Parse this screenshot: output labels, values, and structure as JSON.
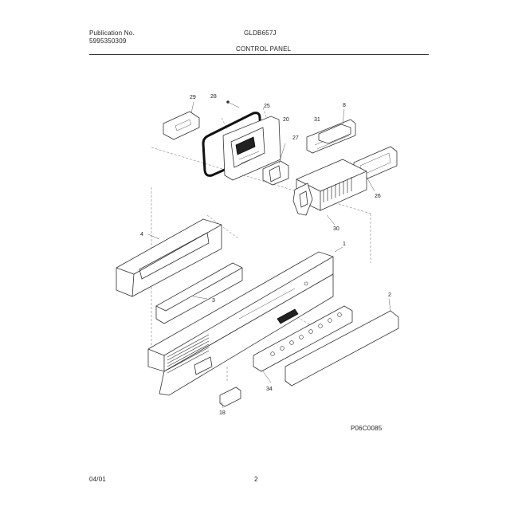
{
  "header": {
    "publication_label": "Publication No.",
    "publication_number": "5995350309",
    "model": "GLDB657J",
    "section_title": "CONTROL PANEL"
  },
  "footer": {
    "date": "04/01",
    "page": "2",
    "figure_code": "P06C0085"
  },
  "callouts": {
    "c29": "29",
    "c28": "28",
    "c25": "25",
    "c20": "20",
    "c8": "8",
    "c31": "31",
    "c27": "27",
    "c26": "26",
    "c30": "30",
    "c4": "4",
    "c1": "1",
    "c3": "3",
    "c2": "2",
    "c34": "34",
    "c18": "18"
  }
}
